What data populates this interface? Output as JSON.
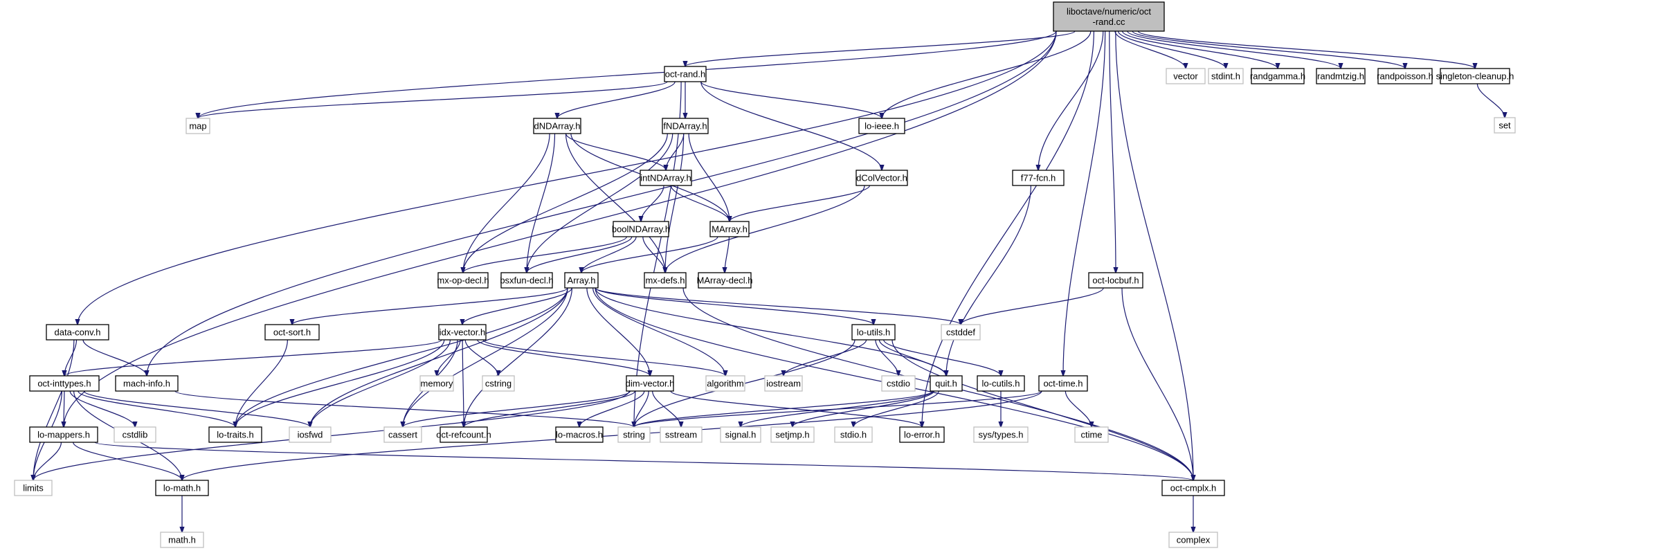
{
  "graph": {
    "title": "liboctave/numeric/oct-rand.cc include dependency graph",
    "colors": {
      "edge": "#191970",
      "root_fill": "#bfbfbf",
      "project_border": "#000000",
      "system_border": "#bfbfbf"
    },
    "nodes": [
      {
        "id": "root",
        "label": [
          "liboctave/numeric/oct",
          "-rand.cc"
        ],
        "kind": "root"
      },
      {
        "id": "oct-rand.h",
        "label": [
          "oct-rand.h"
        ],
        "kind": "proj"
      },
      {
        "id": "vector",
        "label": [
          "vector"
        ],
        "kind": "sys"
      },
      {
        "id": "stdint.h",
        "label": [
          "stdint.h"
        ],
        "kind": "sys"
      },
      {
        "id": "randgamma.h",
        "label": [
          "randgamma.h"
        ],
        "kind": "proj"
      },
      {
        "id": "randmtzig.h",
        "label": [
          "randmtzig.h"
        ],
        "kind": "proj"
      },
      {
        "id": "randpoisson.h",
        "label": [
          "randpoisson.h"
        ],
        "kind": "proj"
      },
      {
        "id": "singleton-cleanup.h",
        "label": [
          "singleton-cleanup.h"
        ],
        "kind": "proj"
      },
      {
        "id": "set",
        "label": [
          "set"
        ],
        "kind": "sys"
      },
      {
        "id": "map",
        "label": [
          "map"
        ],
        "kind": "sys"
      },
      {
        "id": "lo-ieee.h",
        "label": [
          "lo-ieee.h"
        ],
        "kind": "proj"
      },
      {
        "id": "dNDArray.h",
        "label": [
          "dNDArray.h"
        ],
        "kind": "proj"
      },
      {
        "id": "fNDArray.h",
        "label": [
          "fNDArray.h"
        ],
        "kind": "proj"
      },
      {
        "id": "intNDArray.h",
        "label": [
          "intNDArray.h"
        ],
        "kind": "proj"
      },
      {
        "id": "dColVector.h",
        "label": [
          "dColVector.h"
        ],
        "kind": "proj"
      },
      {
        "id": "f77-fcn.h",
        "label": [
          "f77-fcn.h"
        ],
        "kind": "proj"
      },
      {
        "id": "boolNDArray.h",
        "label": [
          "boolNDArray.h"
        ],
        "kind": "proj"
      },
      {
        "id": "MArray.h",
        "label": [
          "MArray.h"
        ],
        "kind": "proj"
      },
      {
        "id": "mx-op-decl.h",
        "label": [
          "mx-op-decl.h"
        ],
        "kind": "proj"
      },
      {
        "id": "bsxfun-decl.h",
        "label": [
          "bsxfun-decl.h"
        ],
        "kind": "proj"
      },
      {
        "id": "Array.h",
        "label": [
          "Array.h"
        ],
        "kind": "proj"
      },
      {
        "id": "mx-defs.h",
        "label": [
          "mx-defs.h"
        ],
        "kind": "proj"
      },
      {
        "id": "MArray-decl.h",
        "label": [
          "MArray-decl.h"
        ],
        "kind": "proj"
      },
      {
        "id": "oct-locbuf.h",
        "label": [
          "oct-locbuf.h"
        ],
        "kind": "proj"
      },
      {
        "id": "data-conv.h",
        "label": [
          "data-conv.h"
        ],
        "kind": "proj"
      },
      {
        "id": "oct-sort.h",
        "label": [
          "oct-sort.h"
        ],
        "kind": "proj"
      },
      {
        "id": "idx-vector.h",
        "label": [
          "idx-vector.h"
        ],
        "kind": "proj"
      },
      {
        "id": "lo-utils.h",
        "label": [
          "lo-utils.h"
        ],
        "kind": "proj"
      },
      {
        "id": "cstddef",
        "label": [
          "cstddef"
        ],
        "kind": "sys"
      },
      {
        "id": "oct-inttypes.h",
        "label": [
          "oct-inttypes.h"
        ],
        "kind": "proj"
      },
      {
        "id": "mach-info.h",
        "label": [
          "mach-info.h"
        ],
        "kind": "proj"
      },
      {
        "id": "memory",
        "label": [
          "memory"
        ],
        "kind": "sys"
      },
      {
        "id": "cstring",
        "label": [
          "cstring"
        ],
        "kind": "sys"
      },
      {
        "id": "dim-vector.h",
        "label": [
          "dim-vector.h"
        ],
        "kind": "proj"
      },
      {
        "id": "algorithm",
        "label": [
          "algorithm"
        ],
        "kind": "sys"
      },
      {
        "id": "iostream",
        "label": [
          "iostream"
        ],
        "kind": "sys"
      },
      {
        "id": "cstdio",
        "label": [
          "cstdio"
        ],
        "kind": "sys"
      },
      {
        "id": "quit.h",
        "label": [
          "quit.h"
        ],
        "kind": "proj"
      },
      {
        "id": "lo-cutils.h",
        "label": [
          "lo-cutils.h"
        ],
        "kind": "proj"
      },
      {
        "id": "oct-time.h",
        "label": [
          "oct-time.h"
        ],
        "kind": "proj"
      },
      {
        "id": "lo-mappers.h",
        "label": [
          "lo-mappers.h"
        ],
        "kind": "proj"
      },
      {
        "id": "cstdlib",
        "label": [
          "cstdlib"
        ],
        "kind": "sys"
      },
      {
        "id": "lo-traits.h",
        "label": [
          "lo-traits.h"
        ],
        "kind": "proj"
      },
      {
        "id": "iosfwd",
        "label": [
          "iosfwd"
        ],
        "kind": "sys"
      },
      {
        "id": "cassert",
        "label": [
          "cassert"
        ],
        "kind": "sys"
      },
      {
        "id": "oct-refcount.h",
        "label": [
          "oct-refcount.h"
        ],
        "kind": "proj"
      },
      {
        "id": "lo-macros.h",
        "label": [
          "lo-macros.h"
        ],
        "kind": "proj"
      },
      {
        "id": "string",
        "label": [
          "string"
        ],
        "kind": "sys"
      },
      {
        "id": "sstream",
        "label": [
          "sstream"
        ],
        "kind": "sys"
      },
      {
        "id": "signal.h",
        "label": [
          "signal.h"
        ],
        "kind": "sys"
      },
      {
        "id": "setjmp.h",
        "label": [
          "setjmp.h"
        ],
        "kind": "sys"
      },
      {
        "id": "stdio.h",
        "label": [
          "stdio.h"
        ],
        "kind": "sys"
      },
      {
        "id": "lo-error.h",
        "label": [
          "lo-error.h"
        ],
        "kind": "proj"
      },
      {
        "id": "sys/types.h",
        "label": [
          "sys/types.h"
        ],
        "kind": "sys"
      },
      {
        "id": "ctime",
        "label": [
          "ctime"
        ],
        "kind": "sys"
      },
      {
        "id": "limits",
        "label": [
          "limits"
        ],
        "kind": "sys"
      },
      {
        "id": "lo-math.h",
        "label": [
          "lo-math.h"
        ],
        "kind": "proj"
      },
      {
        "id": "oct-cmplx.h",
        "label": [
          "oct-cmplx.h"
        ],
        "kind": "proj"
      },
      {
        "id": "math.h",
        "label": [
          "math.h"
        ],
        "kind": "sys"
      },
      {
        "id": "complex",
        "label": [
          "complex"
        ],
        "kind": "sys"
      }
    ],
    "edges": [
      [
        "root",
        "oct-rand.h"
      ],
      [
        "root",
        "vector"
      ],
      [
        "root",
        "stdint.h"
      ],
      [
        "root",
        "randgamma.h"
      ],
      [
        "root",
        "randmtzig.h"
      ],
      [
        "root",
        "randpoisson.h"
      ],
      [
        "root",
        "singleton-cleanup.h"
      ],
      [
        "root",
        "map"
      ],
      [
        "root",
        "lo-ieee.h"
      ],
      [
        "root",
        "f77-fcn.h"
      ],
      [
        "root",
        "oct-locbuf.h"
      ],
      [
        "root",
        "oct-time.h"
      ],
      [
        "root",
        "data-conv.h"
      ],
      [
        "root",
        "mach-info.h"
      ],
      [
        "root",
        "lo-mappers.h"
      ],
      [
        "root",
        "lo-error.h"
      ],
      [
        "root",
        "oct-cmplx.h"
      ],
      [
        "singleton-cleanup.h",
        "set"
      ],
      [
        "oct-rand.h",
        "map"
      ],
      [
        "oct-rand.h",
        "dNDArray.h"
      ],
      [
        "oct-rand.h",
        "fNDArray.h"
      ],
      [
        "oct-rand.h",
        "dColVector.h"
      ],
      [
        "oct-rand.h",
        "lo-ieee.h"
      ],
      [
        "oct-rand.h",
        "string"
      ],
      [
        "dNDArray.h",
        "intNDArray.h"
      ],
      [
        "dNDArray.h",
        "MArray.h"
      ],
      [
        "dNDArray.h",
        "mx-op-decl.h"
      ],
      [
        "dNDArray.h",
        "bsxfun-decl.h"
      ],
      [
        "dNDArray.h",
        "mx-defs.h"
      ],
      [
        "fNDArray.h",
        "intNDArray.h"
      ],
      [
        "fNDArray.h",
        "MArray.h"
      ],
      [
        "fNDArray.h",
        "mx-op-decl.h"
      ],
      [
        "fNDArray.h",
        "bsxfun-decl.h"
      ],
      [
        "fNDArray.h",
        "mx-defs.h"
      ],
      [
        "intNDArray.h",
        "boolNDArray.h"
      ],
      [
        "intNDArray.h",
        "MArray.h"
      ],
      [
        "dColVector.h",
        "MArray.h"
      ],
      [
        "dColVector.h",
        "mx-defs.h"
      ],
      [
        "boolNDArray.h",
        "mx-op-decl.h"
      ],
      [
        "boolNDArray.h",
        "bsxfun-decl.h"
      ],
      [
        "boolNDArray.h",
        "Array.h"
      ],
      [
        "boolNDArray.h",
        "mx-defs.h"
      ],
      [
        "MArray.h",
        "Array.h"
      ],
      [
        "MArray.h",
        "MArray-decl.h"
      ],
      [
        "mx-defs.h",
        "oct-cmplx.h"
      ],
      [
        "f77-fcn.h",
        "quit.h"
      ],
      [
        "oct-locbuf.h",
        "cstddef"
      ],
      [
        "oct-locbuf.h",
        "oct-cmplx.h"
      ],
      [
        "Array.h",
        "oct-sort.h"
      ],
      [
        "Array.h",
        "idx-vector.h"
      ],
      [
        "Array.h",
        "lo-utils.h"
      ],
      [
        "Array.h",
        "cstddef"
      ],
      [
        "Array.h",
        "dim-vector.h"
      ],
      [
        "Array.h",
        "algorithm"
      ],
      [
        "Array.h",
        "quit.h"
      ],
      [
        "Array.h",
        "lo-traits.h"
      ],
      [
        "Array.h",
        "iosfwd"
      ],
      [
        "Array.h",
        "cassert"
      ],
      [
        "Array.h",
        "oct-refcount.h"
      ],
      [
        "Array.h",
        "oct-cmplx.h"
      ],
      [
        "data-conv.h",
        "oct-inttypes.h"
      ],
      [
        "data-conv.h",
        "mach-info.h"
      ],
      [
        "data-conv.h",
        "limits"
      ],
      [
        "oct-sort.h",
        "lo-traits.h"
      ],
      [
        "idx-vector.h",
        "oct-inttypes.h"
      ],
      [
        "idx-vector.h",
        "memory"
      ],
      [
        "idx-vector.h",
        "cstring"
      ],
      [
        "idx-vector.h",
        "dim-vector.h"
      ],
      [
        "idx-vector.h",
        "algorithm"
      ],
      [
        "idx-vector.h",
        "iosfwd"
      ],
      [
        "idx-vector.h",
        "cassert"
      ],
      [
        "idx-vector.h",
        "oct-refcount.h"
      ],
      [
        "idx-vector.h",
        "lo-traits.h"
      ],
      [
        "lo-utils.h",
        "iostream"
      ],
      [
        "lo-utils.h",
        "cstdio"
      ],
      [
        "lo-utils.h",
        "quit.h"
      ],
      [
        "lo-utils.h",
        "lo-cutils.h"
      ],
      [
        "lo-utils.h",
        "string"
      ],
      [
        "lo-utils.h",
        "oct-cmplx.h"
      ],
      [
        "oct-inttypes.h",
        "lo-mappers.h"
      ],
      [
        "oct-inttypes.h",
        "cstdlib"
      ],
      [
        "oct-inttypes.h",
        "lo-traits.h"
      ],
      [
        "oct-inttypes.h",
        "iosfwd"
      ],
      [
        "oct-inttypes.h",
        "limits"
      ],
      [
        "oct-inttypes.h",
        "lo-math.h"
      ],
      [
        "mach-info.h",
        "string"
      ],
      [
        "dim-vector.h",
        "cassert"
      ],
      [
        "dim-vector.h",
        "oct-refcount.h"
      ],
      [
        "dim-vector.h",
        "lo-macros.h"
      ],
      [
        "dim-vector.h",
        "string"
      ],
      [
        "dim-vector.h",
        "sstream"
      ],
      [
        "dim-vector.h",
        "lo-error.h"
      ],
      [
        "dim-vector.h",
        "limits"
      ],
      [
        "quit.h",
        "signal.h"
      ],
      [
        "quit.h",
        "setjmp.h"
      ],
      [
        "quit.h",
        "stdio.h"
      ],
      [
        "quit.h",
        "string"
      ],
      [
        "lo-cutils.h",
        "sys/types.h"
      ],
      [
        "oct-time.h",
        "ctime"
      ],
      [
        "oct-time.h",
        "string"
      ],
      [
        "oct-time.h",
        "lo-math.h"
      ],
      [
        "lo-mappers.h",
        "limits"
      ],
      [
        "lo-mappers.h",
        "lo-math.h"
      ],
      [
        "lo-mappers.h",
        "oct-cmplx.h"
      ],
      [
        "lo-math.h",
        "math.h"
      ],
      [
        "oct-cmplx.h",
        "complex"
      ]
    ]
  }
}
